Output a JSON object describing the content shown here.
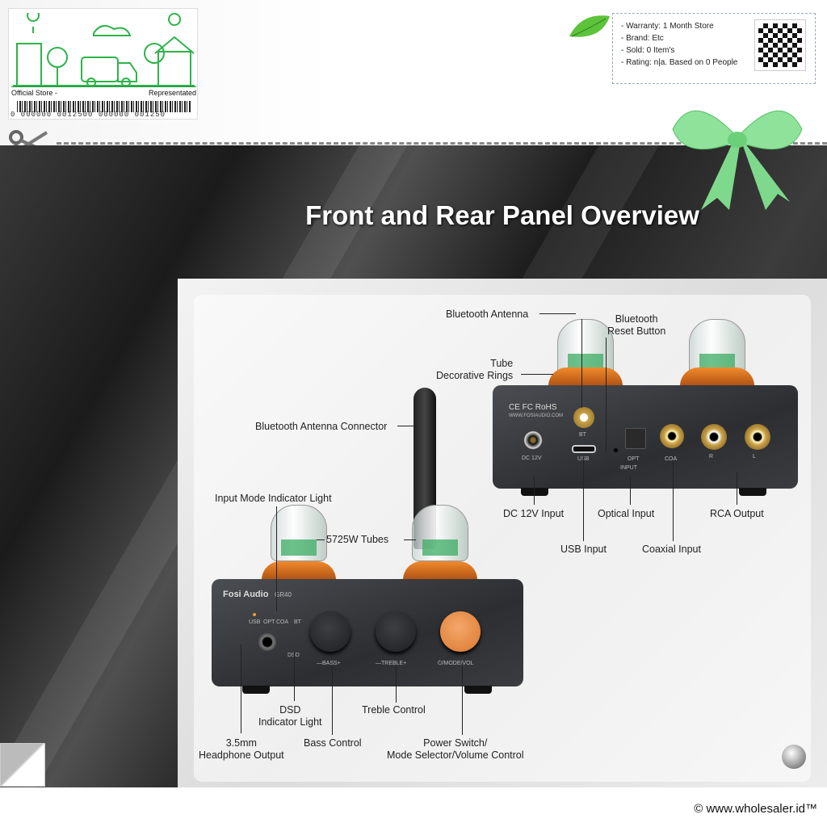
{
  "store_badge": {
    "left_label": "Official Store -",
    "right_label": "Representated",
    "barcode_text": "0 000000 0012500 000000 001250"
  },
  "info_box": {
    "lines": [
      "- Warranty: 1 Month Store",
      "- Brand: Etc",
      "- Sold: 0 Item's",
      "- Rating: n|a. Based on 0 People"
    ]
  },
  "title": "Front and Rear Panel Overview",
  "rear_labels": {
    "bt_antenna": "Bluetooth Antenna",
    "bt_reset": "Bluetooth\nReset Button",
    "tube_rings": "Tube\nDecorative Rings",
    "dc": "DC 12V Input",
    "optical": "Optical Input",
    "rca": "RCA Output",
    "usb": "USB Input",
    "coaxial": "Coaxial Input"
  },
  "front_labels": {
    "antenna_connector": "Bluetooth Antenna Connector",
    "input_light": "Input Mode Indicator Light",
    "tubes": "5725W Tubes",
    "dsd": "DSD\nIndicator Light",
    "treble": "Treble Control",
    "headphone": "3.5mm\nHeadphone Output",
    "bass": "Bass Control",
    "power": "Power Switch/\nMode Selector/Volume Control"
  },
  "device_print": {
    "brand": "Fosi Audio",
    "model": "GR40",
    "inputs": [
      "USB",
      "OPT",
      "COA",
      "BT"
    ],
    "dsd": "DSD",
    "bass": "—BASS+",
    "treble": "—TREBLE+",
    "vol": "⏻/MODE/VOL",
    "cert": "CE FC RoHS",
    "url": "WWW.FOSIAUDIO.COM",
    "bt": "BT",
    "dc": "DC 12V",
    "usb": "USB",
    "opt": "OPT",
    "coa": "COA",
    "input": "INPUT",
    "r": "R",
    "l": "L"
  },
  "copyright": "© www.wholesaler.id™"
}
